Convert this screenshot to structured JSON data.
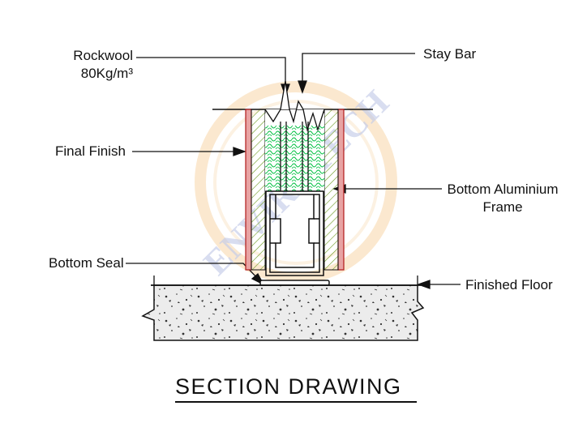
{
  "labels": {
    "rockwool_line1": "Rockwool",
    "rockwool_line2": "80Kg/m³",
    "stay_bar": "Stay Bar",
    "final_finish": "Final Finish",
    "bottom_aluminium_line1": "Bottom Aluminium",
    "bottom_aluminium_line2": "Frame",
    "bottom_seal": "Bottom Seal",
    "finished_floor": "Finished Floor"
  },
  "title": "SECTION DRAWING",
  "watermark": "ENVIROTECH",
  "colors": {
    "finish_fill": "#e8a3a3",
    "finish_stroke": "#b01a1a",
    "wood_hatch": "#5a8a1a",
    "rockwool": "#00c040",
    "watermark_ring": "#f5c98c",
    "watermark_text": "#3b4fa8"
  }
}
